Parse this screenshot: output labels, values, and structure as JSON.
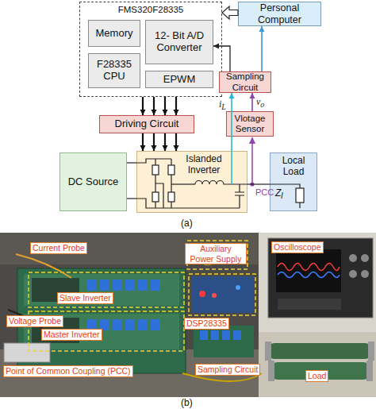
{
  "diagram": {
    "nodes": [
      {
        "text": [
          "FMS320F28335"
        ]
      },
      {
        "text": [
          "Memory"
        ],
        "in": 0
      },
      {
        "text": [
          "12- Bit A/D Converter"
        ],
        "in": 0
      },
      {
        "text": [
          "F28335 CPU"
        ],
        "in": 0
      },
      {
        "text": [
          "EPWM"
        ],
        "in": 0
      },
      {
        "text": [
          "Personal Computer"
        ]
      },
      {
        "text": [
          "Sampling Circuit"
        ]
      },
      {
        "text": [
          "Vlotage Sensor"
        ]
      },
      {
        "text": [
          "Driving Circuit"
        ]
      },
      {
        "text": [
          "DC Source"
        ]
      },
      {
        "text": [
          "Islanded Inverter"
        ]
      },
      {
        "text": [
          "Local Load",
          "Zl"
        ]
      }
    ],
    "edges": [
      {
        "from": 5,
        "to": 0,
        "arrow": "to"
      },
      {
        "from": 6,
        "to": 2,
        "arrow": "to"
      },
      {
        "from": 6,
        "to": 5,
        "arrow": "to"
      },
      {
        "from": 7,
        "to": 6,
        "arrow": "to",
        "label": "vo"
      },
      {
        "from": 10,
        "to": 6,
        "arrow": "to",
        "label": "iL"
      },
      {
        "from": 0,
        "to": 8,
        "arrow": "to"
      },
      {
        "from": 0,
        "to": 8,
        "arrow": "to"
      },
      {
        "from": 0,
        "to": 8,
        "arrow": "to"
      },
      {
        "from": 0,
        "to": 8,
        "arrow": "to"
      },
      {
        "from": 8,
        "to": 10,
        "arrow": "to"
      },
      {
        "from": 8,
        "to": 10,
        "arrow": "to"
      },
      {
        "from": 8,
        "to": 10,
        "arrow": "to"
      },
      {
        "from": 8,
        "to": 10,
        "arrow": "to"
      },
      {
        "from": 9,
        "to": 10,
        "arrow": "none"
      },
      {
        "from": 9,
        "to": 10,
        "arrow": "none"
      },
      {
        "from": 10,
        "to": 11,
        "arrow": "none"
      }
    ],
    "labels": [
      "PCC",
      "(a)",
      "Current Probe",
      "Slave Inverter",
      "Auxiliary Power Supply",
      "Voltage Probe",
      "Master Inverter",
      "DSP28335",
      "Point of Common Coupling (PCC)",
      "Sampling Circuit",
      "Oscilloscope",
      "Load",
      "(b)"
    ]
  }
}
